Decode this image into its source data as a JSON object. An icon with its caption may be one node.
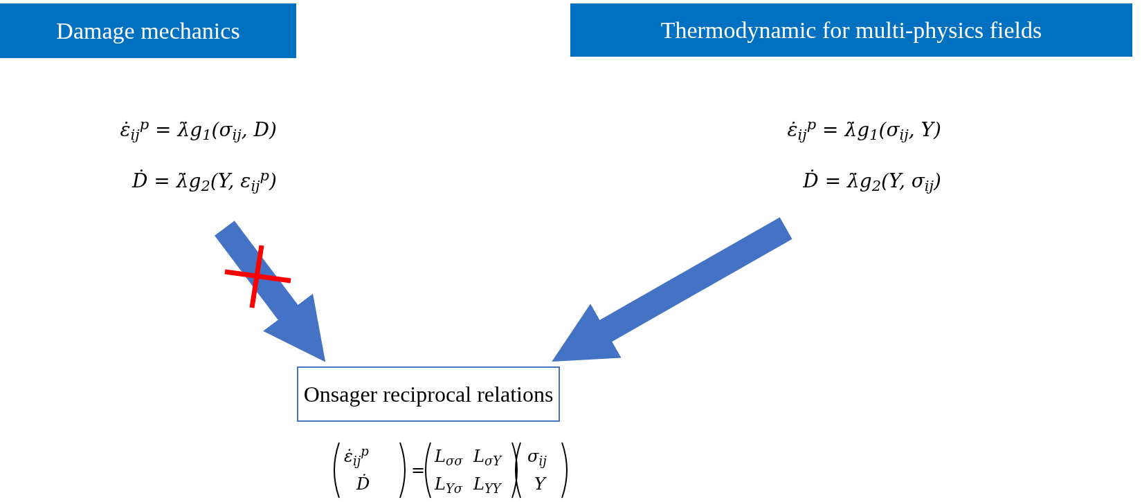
{
  "diagram": {
    "nodes": [
      {
        "text": [
          "Damage mechanics"
        ]
      },
      {
        "text": [
          "Thermodynamic for multi-physics fields"
        ]
      },
      {
        "text": [
          "ε̇$_{ij}$$^{p}$ = λ̇g$_{1}$(σ$_{ij}$, D)",
          "Ḋ = λ̇g$_{2}$(Y, ε$_{ij}$$^{p}$)"
        ]
      },
      {
        "text": [
          "ε̇$_{ij}$$^{p}$ = λ̇g$_{1}$(σ$_{ij}$, Y)",
          "Ḋ = λ̇g$_{2}$(Y, σ$_{ij}$)"
        ]
      },
      {
        "text": [
          "Onsager reciprocal relations"
        ]
      }
    ],
    "edges": [
      {
        "from": 2,
        "to": 4,
        "arrow": "to",
        "color": "#4472c4"
      },
      {
        "from": 3,
        "to": 4,
        "arrow": "to",
        "color": "#4472c4"
      }
    ],
    "labels": [
      "ε̇$_{ij}$$^{p}$",
      "Ḋ",
      "=",
      "L$_{σσ}$",
      "L$_{σY}$",
      "L$_{Yσ}$",
      "L$_{YY}$",
      "σ$_{ij}$",
      "Y"
    ]
  }
}
